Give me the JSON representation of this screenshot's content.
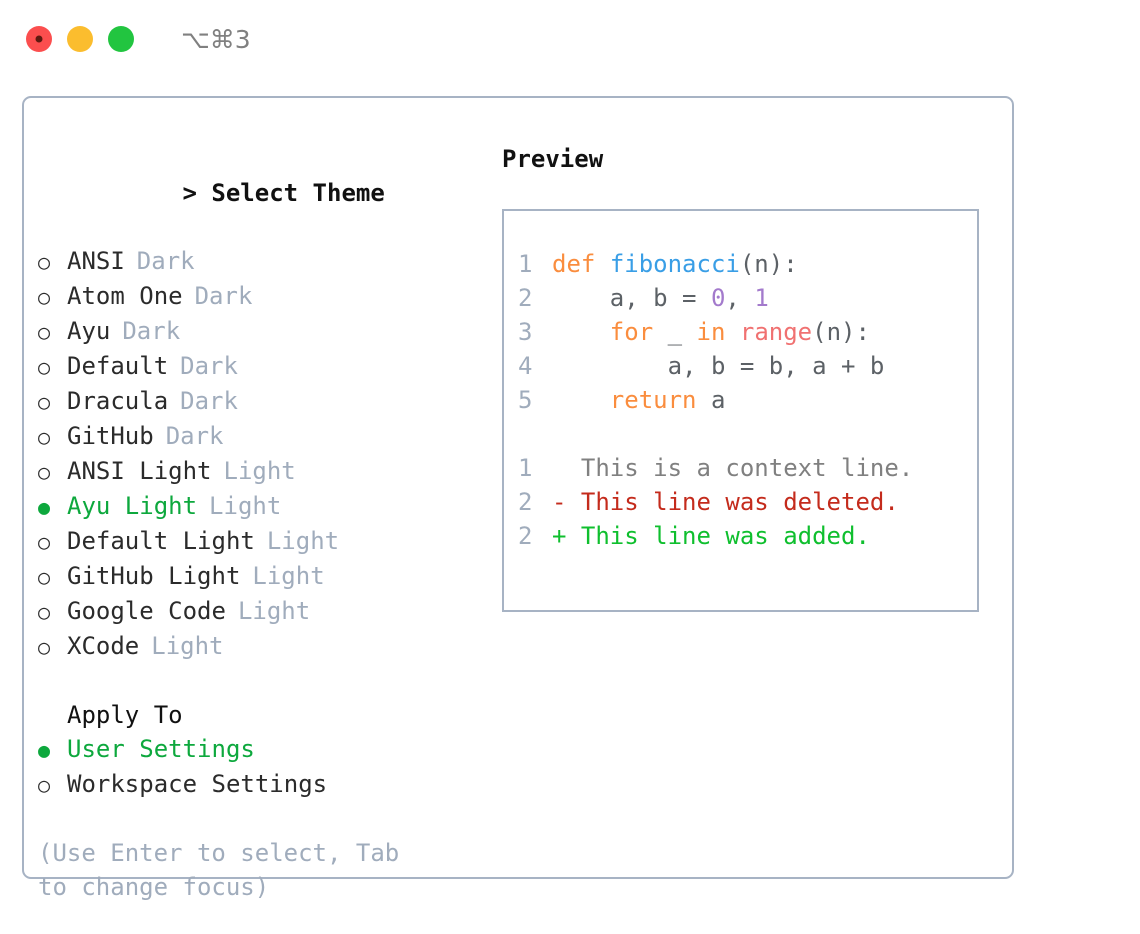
{
  "titlebar": {
    "shortcut": "⌥⌘3",
    "buttons": [
      "close",
      "minimize",
      "maximize"
    ]
  },
  "left": {
    "heading": "> Select Theme",
    "heading_caret": ">",
    "heading_label": "Select Theme",
    "themes": [
      {
        "bullet": "○",
        "label": "ANSI",
        "tag": "Dark",
        "selected": false
      },
      {
        "bullet": "○",
        "label": "Atom One",
        "tag": "Dark",
        "selected": false
      },
      {
        "bullet": "○",
        "label": "Ayu",
        "tag": "Dark",
        "selected": false
      },
      {
        "bullet": "○",
        "label": "Default",
        "tag": "Dark",
        "selected": false
      },
      {
        "bullet": "○",
        "label": "Dracula",
        "tag": "Dark",
        "selected": false
      },
      {
        "bullet": "○",
        "label": "GitHub",
        "tag": "Dark",
        "selected": false
      },
      {
        "bullet": "○",
        "label": "ANSI Light",
        "tag": "Light",
        "selected": false
      },
      {
        "bullet": "●",
        "label": "Ayu Light",
        "tag": "Light",
        "selected": true
      },
      {
        "bullet": "○",
        "label": "Default Light",
        "tag": "Light",
        "selected": false
      },
      {
        "bullet": "○",
        "label": "GitHub Light",
        "tag": "Light",
        "selected": false
      },
      {
        "bullet": "○",
        "label": "Google Code",
        "tag": "Light",
        "selected": false
      },
      {
        "bullet": "○",
        "label": "XCode",
        "tag": "Light",
        "selected": false
      }
    ],
    "apply_to_heading": "Apply To",
    "apply_to": [
      {
        "bullet": "●",
        "label": "User Settings",
        "selected": true
      },
      {
        "bullet": "○",
        "label": "Workspace Settings",
        "selected": false
      }
    ],
    "hint": "(Use Enter to select, Tab to change focus)"
  },
  "right": {
    "preview_title": "Preview",
    "code_lines": [
      {
        "lineno": "1",
        "tokens": [
          {
            "t": "def",
            "c": "kw"
          },
          {
            "t": " ",
            "c": "pl"
          },
          {
            "t": "fibonacci",
            "c": "fn"
          },
          {
            "t": "(n):",
            "c": "pl"
          }
        ]
      },
      {
        "lineno": "2",
        "tokens": [
          {
            "t": "    a, b = ",
            "c": "pl"
          },
          {
            "t": "0",
            "c": "num"
          },
          {
            "t": ", ",
            "c": "pl"
          },
          {
            "t": "1",
            "c": "num"
          }
        ]
      },
      {
        "lineno": "3",
        "tokens": [
          {
            "t": "    ",
            "c": "pl"
          },
          {
            "t": "for",
            "c": "kw"
          },
          {
            "t": " _ ",
            "c": "pl"
          },
          {
            "t": "in",
            "c": "kw"
          },
          {
            "t": " ",
            "c": "pl"
          },
          {
            "t": "range",
            "c": "bi"
          },
          {
            "t": "(n):",
            "c": "pl"
          }
        ]
      },
      {
        "lineno": "4",
        "tokens": [
          {
            "t": "        a, b = b, a + b",
            "c": "pl"
          }
        ]
      },
      {
        "lineno": "5",
        "tokens": [
          {
            "t": "    ",
            "c": "pl"
          },
          {
            "t": "return",
            "c": "kw"
          },
          {
            "t": " a",
            "c": "pl"
          }
        ]
      }
    ],
    "diff_lines": [
      {
        "lineno": "1",
        "marker": " ",
        "text": " This is a context line.",
        "kind": "context"
      },
      {
        "lineno": "2",
        "marker": "-",
        "text": " This line was deleted.",
        "kind": "deleted"
      },
      {
        "lineno": "2",
        "marker": "+",
        "text": " This line was added.",
        "kind": "added"
      }
    ]
  },
  "colors": {
    "accent_green": "#0DA83D",
    "border": "#A7B3C4",
    "muted": "#A0ACBC",
    "keyword": "#FA8D3E",
    "function": "#399EE6",
    "number": "#A37ACC",
    "builtin": "#F07171",
    "plain": "#5C6166",
    "diff_added": "#0FBF2E",
    "diff_deleted": "#C42B1C",
    "diff_context": "#808080",
    "dot_red": "#FB4E4E",
    "dot_yellow": "#FBBD2E",
    "dot_green": "#22C540"
  }
}
